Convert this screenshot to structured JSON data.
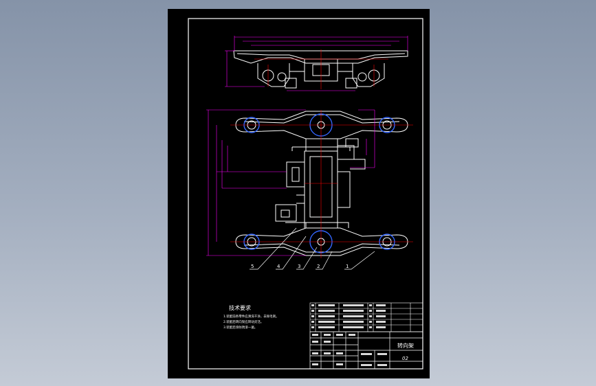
{
  "colors": {
    "background_top": "#8593a8",
    "background_bottom": "#c4cbd6",
    "sheet": "#000000",
    "outline": "#ffffff",
    "dimension": "#ff00ff",
    "centerline": "#ff0000",
    "bearing": "#0000ff"
  },
  "requirements": {
    "heading": "技术要求",
    "lines": [
      "1.装配前各零件应清洗干净，去除毛刺。",
      "2.装配后转向架应转动灵活。",
      "3.装配后涂防锈漆一遍。"
    ]
  },
  "leaders": [
    "5",
    "4",
    "3",
    "2",
    "1"
  ],
  "title_block": {
    "name": "转向架",
    "drawing_no": "02"
  }
}
